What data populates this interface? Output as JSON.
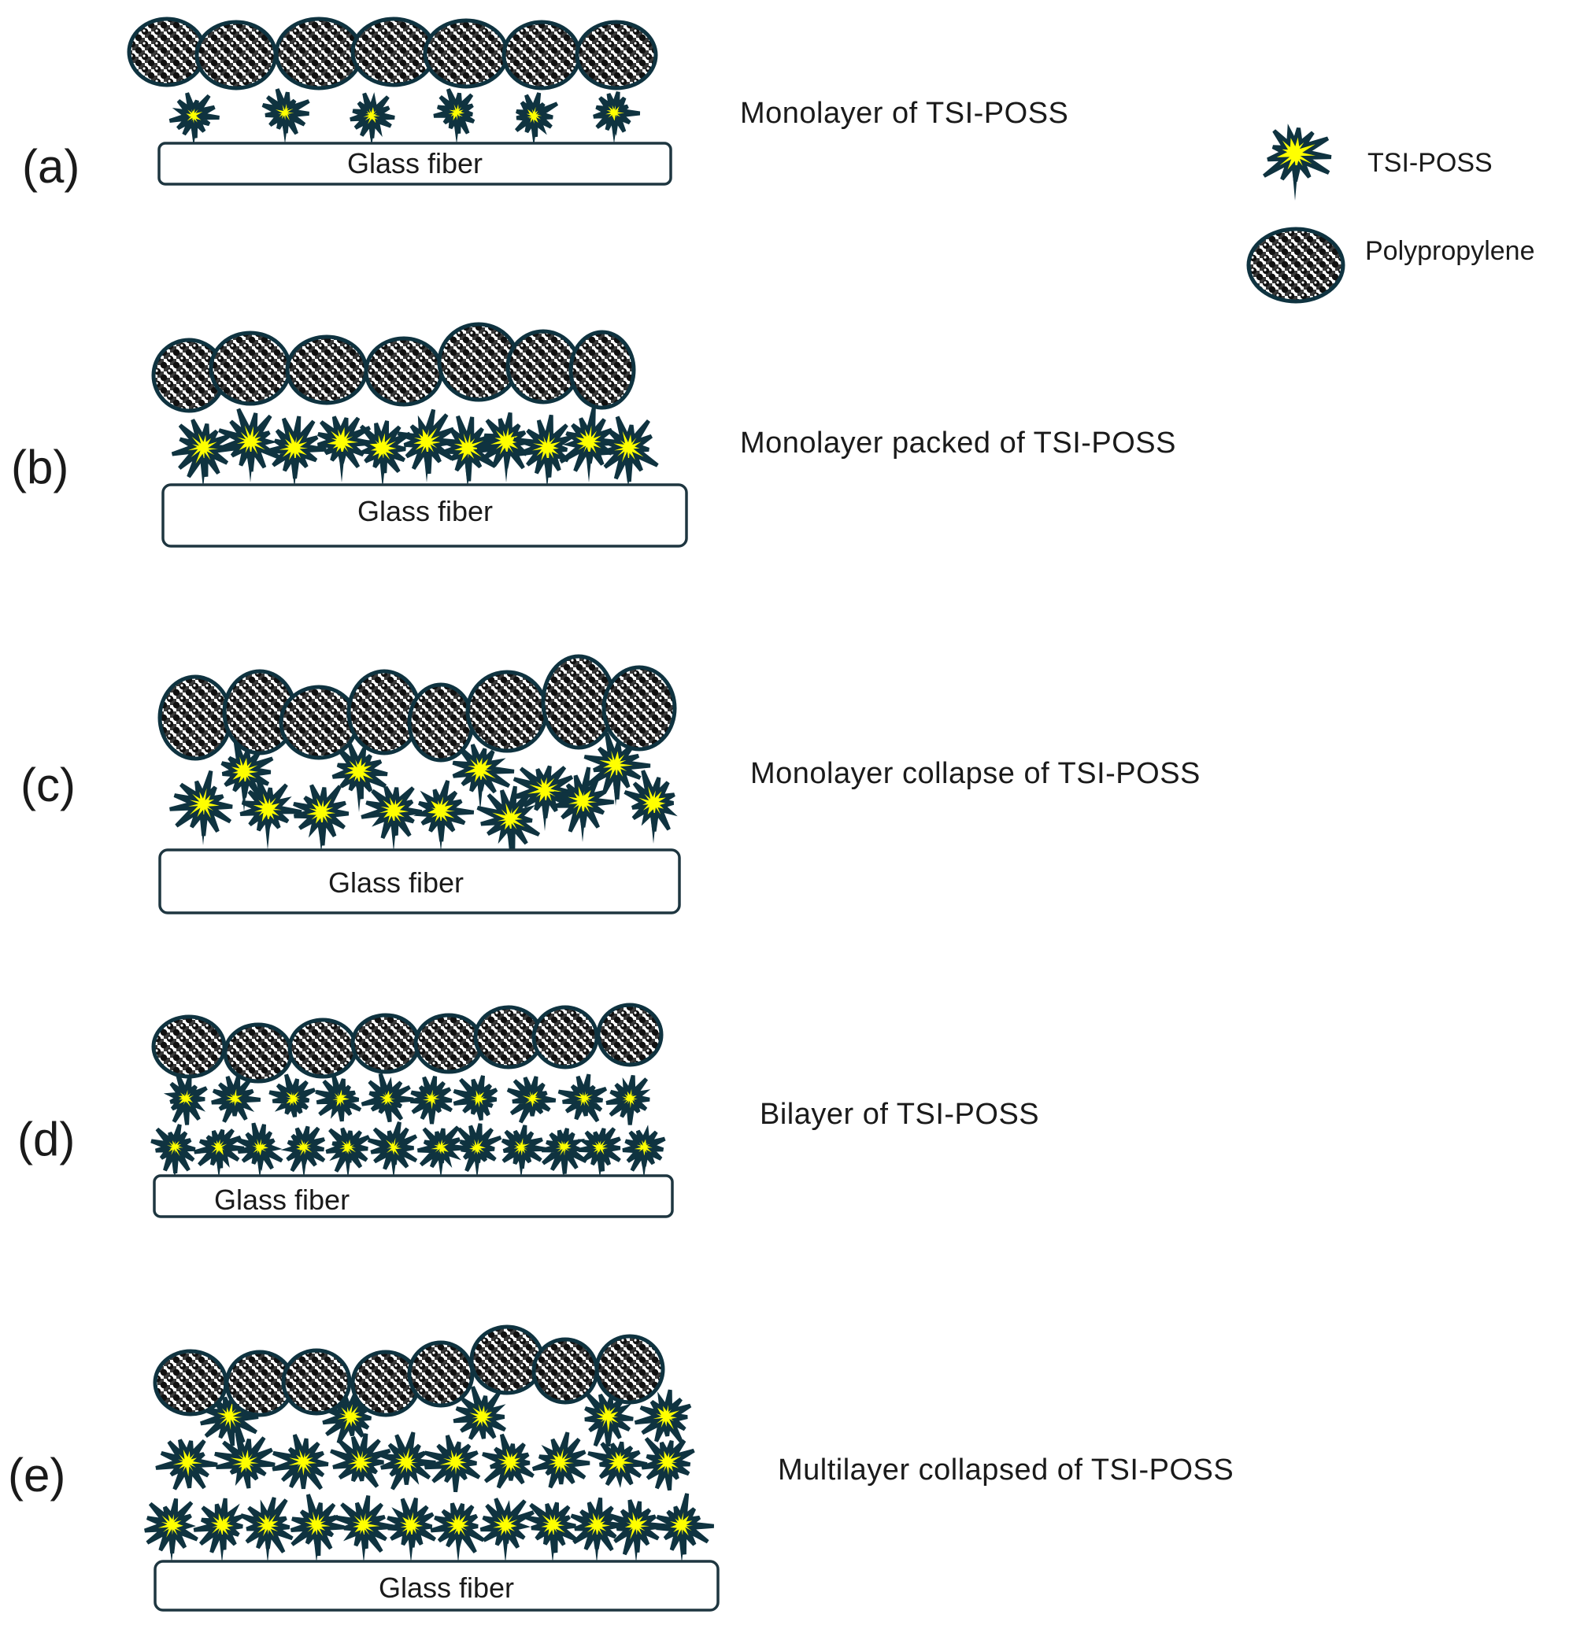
{
  "legend": {
    "tsi_poss": "TSI-POSS",
    "polypropylene": "Polypropylene"
  },
  "colors": {
    "star_fill": "#ffff00",
    "star_stroke": "#0f3340",
    "sphere_stroke": "#0f3340"
  },
  "panels": [
    {
      "label": "(a)",
      "description": "Monolayer of TSI-POSS",
      "fiber_label": "Glass fiber",
      "arrangement": "monolayer"
    },
    {
      "label": "(b)",
      "description": "Monolayer packed of TSI-POSS",
      "fiber_label": "Glass fiber",
      "arrangement": "monolayer-packed"
    },
    {
      "label": "(c)",
      "description": "Monolayer collapse of TSI-POSS",
      "fiber_label": "Glass fiber",
      "arrangement": "monolayer-collapse"
    },
    {
      "label": "(d)",
      "description": "Bilayer of TSI-POSS",
      "fiber_label": "Glass fiber",
      "arrangement": "bilayer"
    },
    {
      "label": "(e)",
      "description": "Multilayer collapsed of TSI-POSS",
      "fiber_label": "Glass fiber",
      "arrangement": "multilayer-collapsed"
    }
  ]
}
